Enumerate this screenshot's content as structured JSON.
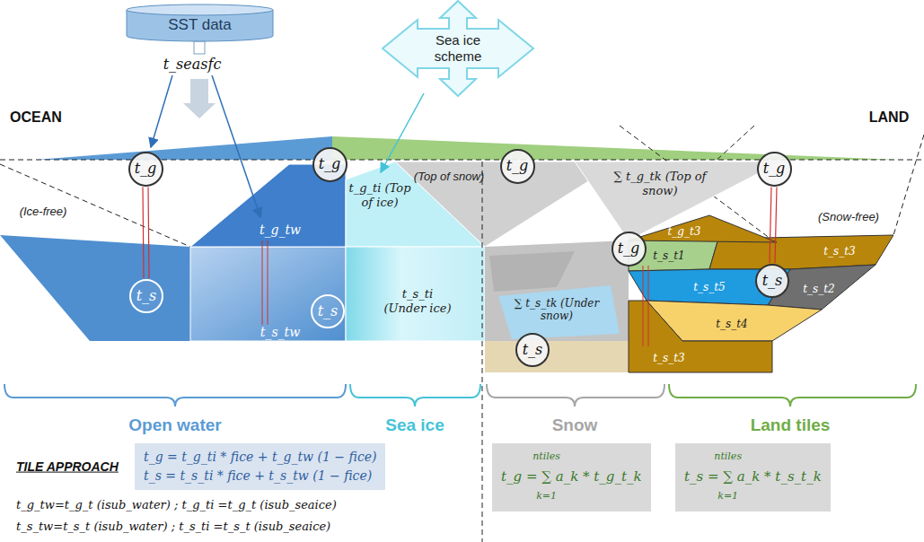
{
  "diagram": {
    "nodes": [
      {
        "text": [
          "SST data"
        ]
      },
      {
        "text": [
          "Sea ice scheme"
        ]
      },
      {
        "text": [
          "t_g"
        ]
      },
      {
        "text": [
          "t_g"
        ]
      },
      {
        "text": [
          "t_g"
        ]
      },
      {
        "text": [
          "t_g"
        ]
      },
      {
        "text": [
          "t_g"
        ]
      },
      {
        "text": [
          "t_s"
        ]
      },
      {
        "text": [
          "t_s"
        ]
      },
      {
        "text": [
          "t_s"
        ]
      },
      {
        "text": [
          "t_s"
        ]
      },
      {
        "text": [
          "t_g = t_g_ti * fice + t_g_tw (1 − fice)",
          "t_s = t_s_ti * fice + t_s_tw (1 − fice)"
        ]
      },
      {
        "text": [
          "t_g = ∑ a_k * t_g_t_k",
          "ntiles",
          "k=1"
        ]
      },
      {
        "text": [
          "t_s = ∑ a_k * t_s_t_k",
          "ntiles",
          "k=1"
        ]
      }
    ],
    "edges": [
      {
        "from": 2,
        "to": 7,
        "arrow": "none"
      },
      {
        "from": 5,
        "to": 9,
        "arrow": "none"
      }
    ],
    "labels": [
      "t_seasfc",
      "OCEAN",
      "LAND",
      "(Ice-free)",
      "t_g_tw",
      "t_s_tw",
      "t_g_ti (Top of ice)",
      "t_s_ti (Under ice)",
      "(Top of snow)",
      "∑ t_g_tk (Top of snow)",
      "t_g_t3",
      "t_s_t1",
      "t_s_t3",
      "t_s_t5",
      "t_s_t2",
      "t_s_t4",
      "t_s_t3",
      "∑ t_s_tk (Under snow)",
      "(Snow-free)",
      "Open water",
      "Sea ice",
      "Snow",
      "Land tiles",
      "TILE APPROACH",
      "t_g_tw=t_g_t (isub_water) ; t_g_ti =t_g_t (isub_seaice)",
      "t_s_tw=t_s_t (isub_water) ; t_s_ti =t_s_t (isub_seaice)"
    ]
  }
}
